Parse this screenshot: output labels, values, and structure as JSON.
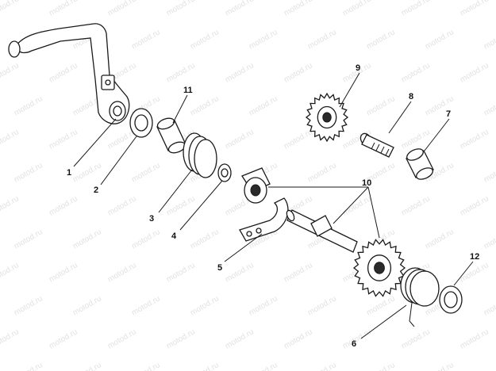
{
  "watermark": "motod.ru",
  "labels": {
    "p1": "1",
    "p2": "2",
    "p3": "3",
    "p4": "4",
    "p5": "5",
    "p6": "6",
    "p7": "7",
    "p8": "8",
    "p9": "9",
    "p10": "10",
    "p11": "11",
    "p12": "12"
  }
}
